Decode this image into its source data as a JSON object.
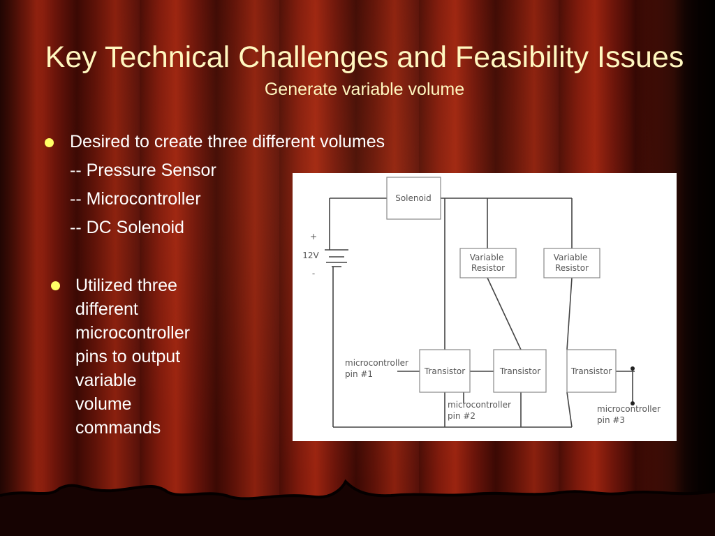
{
  "slide": {
    "title": "Key Technical Challenges and Feasibility Issues",
    "subtitle": "Generate variable volume",
    "bullet1": "Desired to create three different volumes",
    "sub_items": [
      "-- Pressure Sensor",
      "-- Microcontroller",
      "-- DC Solenoid"
    ],
    "bullet2_lines": [
      "Utilized three",
      "different",
      "microcontroller",
      "pins to output",
      "variable",
      "volume",
      "commands"
    ]
  },
  "diagram": {
    "solenoid": "Solenoid",
    "battery_plus": "+",
    "battery_voltage": "12V",
    "battery_minus": "-",
    "variable_resistor_1": [
      "Variable",
      "Resistor"
    ],
    "variable_resistor_2": [
      "Variable",
      "Resistor"
    ],
    "transistor_1": "Transistor",
    "transistor_2": "Transistor",
    "transistor_3": "Transistor",
    "pin1": [
      "microcontroller",
      "pin #1"
    ],
    "pin2": [
      "microcontroller",
      "pin #2"
    ],
    "pin3": [
      "microcontroller",
      "pin #3"
    ]
  },
  "colors": {
    "title": "#fff7c0",
    "bullet_dot": "#ffff66",
    "curtain_red": "#8a200e"
  }
}
